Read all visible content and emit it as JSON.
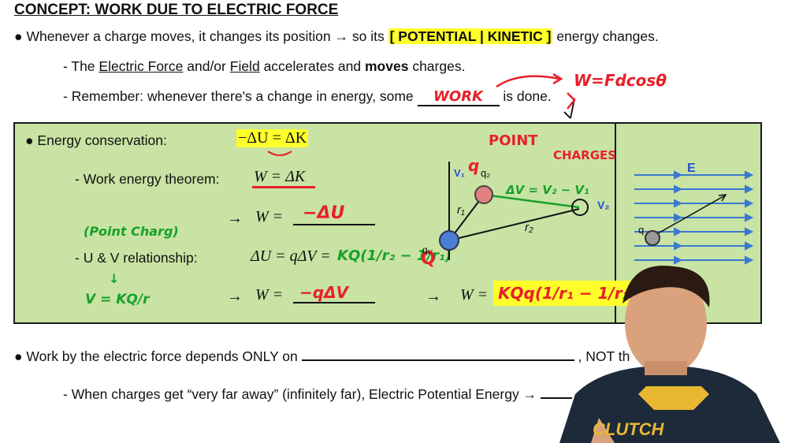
{
  "title": "CONCEPT: WORK DUE TO ELECTRIC FORCE",
  "line1": {
    "bullet": "●",
    "prefix": "Whenever a charge moves, it changes its position → so its",
    "choice": "[ POTENTIAL | KINETIC ]",
    "suffix": "energy changes."
  },
  "line2": {
    "dash": "- The",
    "electric_force": "Electric Force",
    "and_or": "and/or",
    "field": "Field",
    "mid": "accelerates and",
    "moves": "moves",
    "end": "charges."
  },
  "line3": {
    "prefix": "- Remember: whenever there's a change in energy, some",
    "answer": "WORK",
    "suffix": "is done."
  },
  "handwritten_top": "W=Fdcosθ",
  "box": {
    "energy_label": "● Energy conservation:",
    "energy_eq": "−ΔU = ΔK",
    "wet_label": "- Work energy theorem:",
    "wet_eq": "W = ΔK",
    "arrow": "→",
    "w_eq": "W =",
    "w_answer": "−ΔU",
    "point_charges_note": "(Point Charg)",
    "uv_label": "- U & V relationship:",
    "uv_eq": "ΔU = qΔV =",
    "uv_hand": "KQ(1/r₂ − 1/r₁)",
    "v_hand": "V = KQ/r",
    "w_eq2": "W =",
    "w_answer2": "−qΔV",
    "arrow2": "→",
    "w_eq3": "W =",
    "w_answer3": "KQq(1/r₁ − 1/r₂)"
  },
  "diagram": {
    "point_label": "POINT",
    "charges_label": "CHARGES",
    "q2": "q₂",
    "q1": "q₁",
    "big_q": "Q",
    "v1": "V₁",
    "v2": "V₂",
    "r1": "r₁",
    "r2": "r₂",
    "dv": "ΔV = V₂ − V₁",
    "q_hand": "q",
    "q_small": "q",
    "e_vec": "E"
  },
  "bottom": {
    "line1_prefix": "● Work by the electric force depends ONLY on",
    "line1_suffix": ", NOT th",
    "line2": "- When charges get “very far away” (infinitely far), Electric Potential Energy →"
  },
  "shirt_text": "CLUTCH",
  "colors": {
    "highlight": "#ffff2a",
    "box_bg": "#c8e3a4",
    "red_ink": "#e8202a",
    "green_ink": "#18a02a",
    "field_lines": "#3a78d0"
  }
}
